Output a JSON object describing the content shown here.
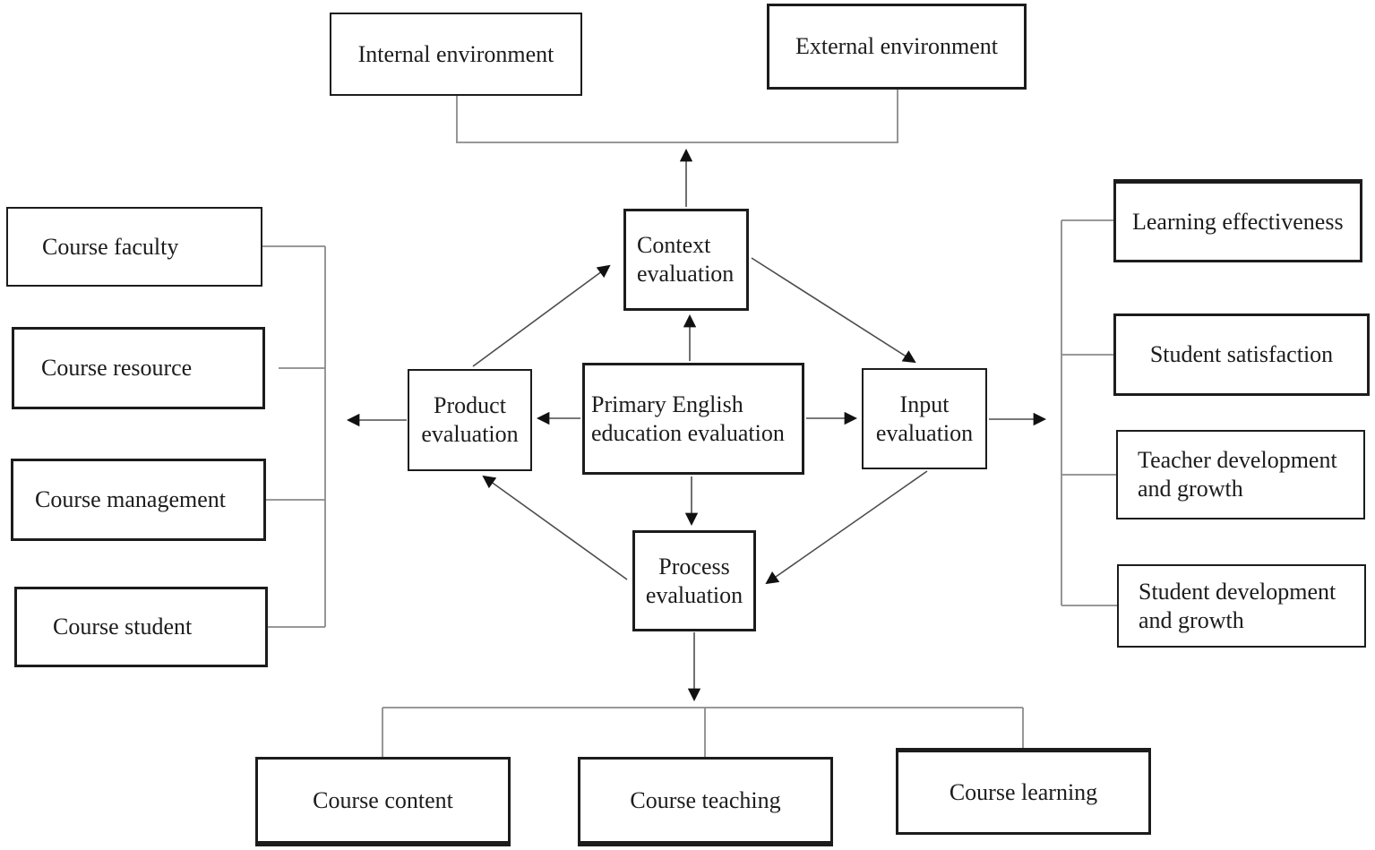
{
  "diagram": {
    "environment_nodes": {
      "internal": "Internal environment",
      "external": "External environment"
    },
    "center_node": "Primary English education evaluation",
    "cipp_nodes": {
      "context": "Context evaluation",
      "input": "Input evaluation",
      "process": "Process evaluation",
      "product": "Product evaluation"
    },
    "product_branch": {
      "items": [
        "Course faculty",
        "Course resource",
        "Course management",
        "Course student"
      ]
    },
    "input_branch": {
      "items": [
        "Learning effectiveness",
        "Student satisfaction",
        "Teacher development and growth",
        "Student development and growth"
      ]
    },
    "process_branch": {
      "items": [
        "Course content",
        "Course teaching",
        "Course learning"
      ]
    },
    "colors": {
      "background": "#ffffff",
      "box_border": "#1c1c1c",
      "text": "#1c1c1c",
      "arrow_line": "#4d4d4d",
      "arrowhead": "#111111",
      "connector_line": "#8a8a8a"
    }
  }
}
